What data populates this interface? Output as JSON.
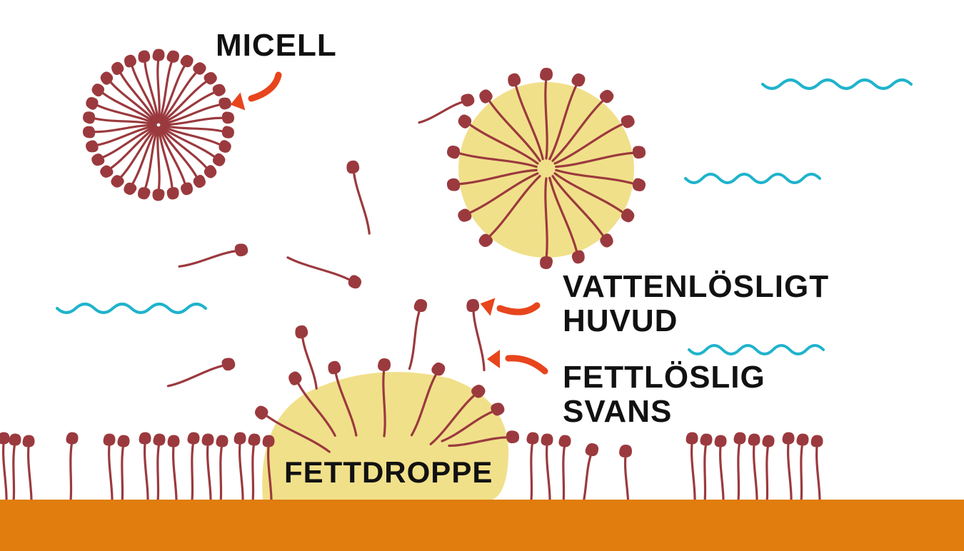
{
  "labels": {
    "micelle": "MICELL",
    "head_line1": "VATTENLÖSLIGT",
    "head_line2": "HUVUD",
    "tail_line1": "FETTLÖSLIG",
    "tail_line2": "SVANS",
    "droplet": "FETTDROPPE"
  },
  "colors": {
    "surfactant": "#9b3a3e",
    "fat": "#f1e08a",
    "water": "#1fb3cc",
    "surface": "#e07d0e",
    "arrow": "#e8451c",
    "text": "#111111"
  },
  "icons": {
    "pointer": "curved-arrow-icon",
    "water": "water-wave-icon",
    "molecule": "surfactant-molecule-icon"
  }
}
